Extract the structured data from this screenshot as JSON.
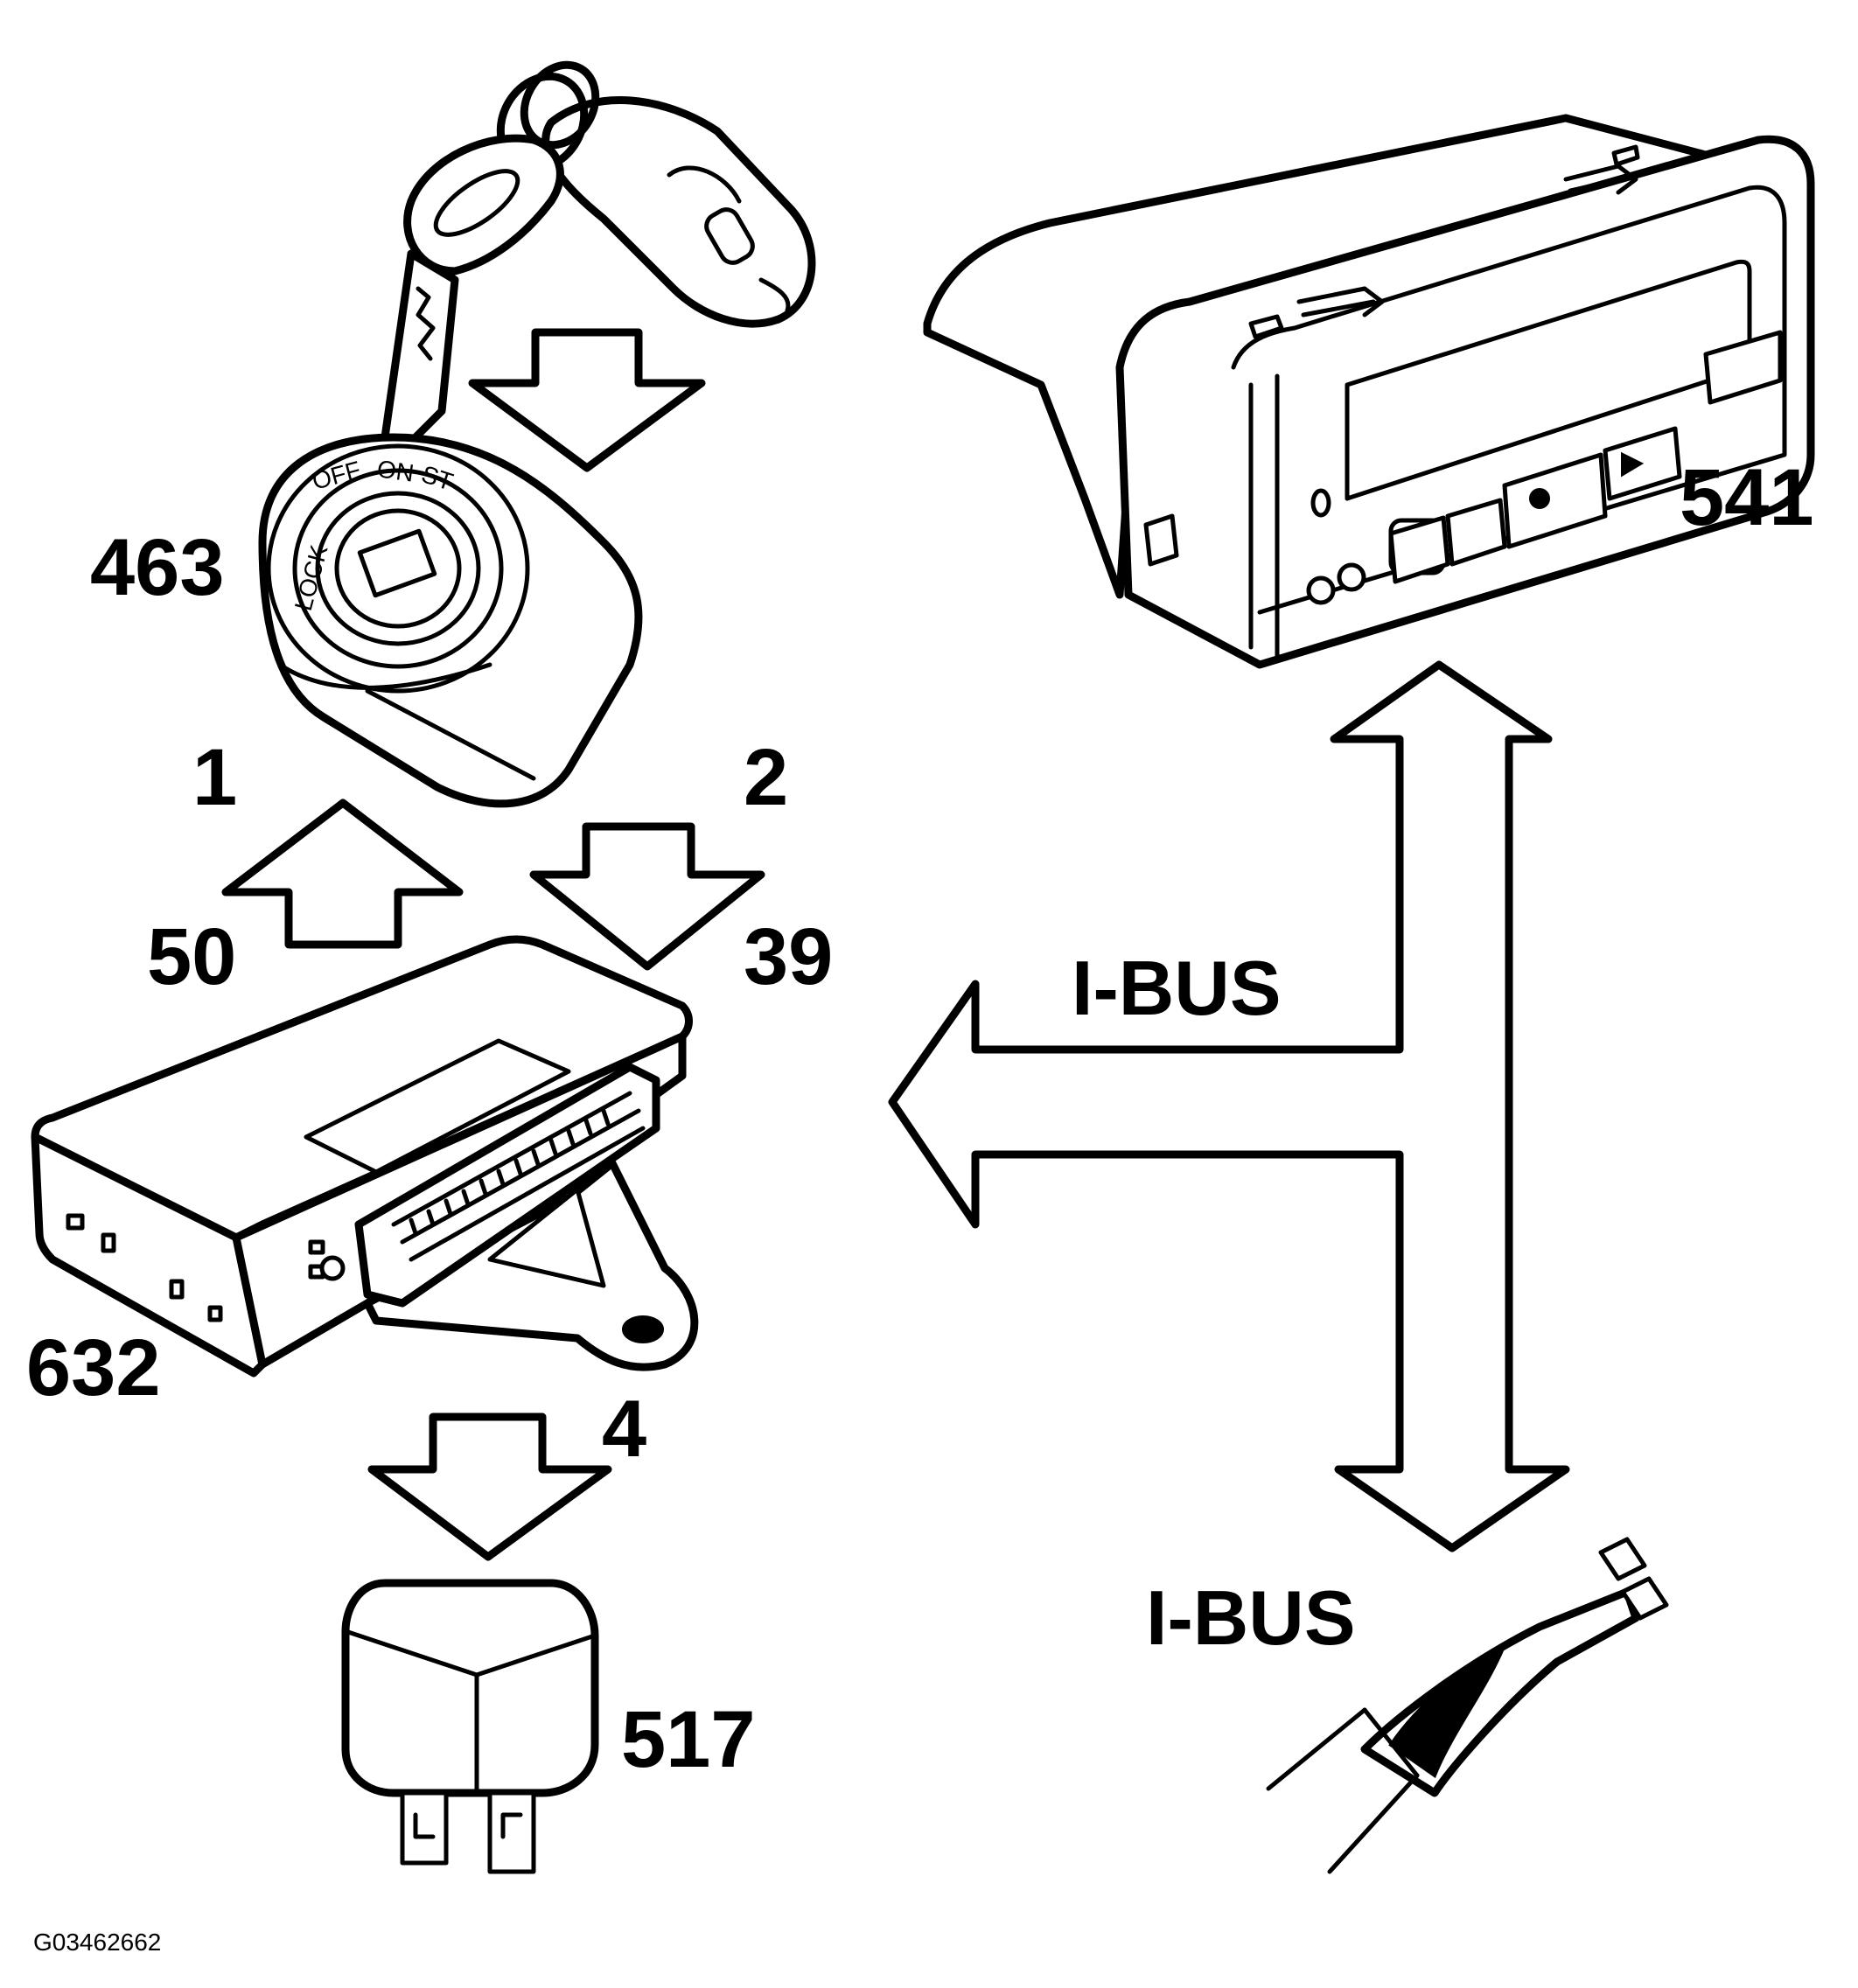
{
  "components": {
    "key_label": "",
    "ignition_switch": {
      "number": "463",
      "markings": [
        "OFF",
        "ON",
        "ST",
        "LOCK"
      ]
    },
    "instrument_cluster": {
      "number": "541"
    },
    "control_module": {
      "number": "632"
    },
    "relay": {
      "number": "517"
    },
    "data_link_connector": {
      "number": ""
    }
  },
  "signals": {
    "s1": "1",
    "s2": "2",
    "s4": "4",
    "t50": "50",
    "t39": "39"
  },
  "bus": {
    "label_upper": "I-BUS",
    "label_lower": "I-BUS"
  },
  "figure_code": "G03462662"
}
